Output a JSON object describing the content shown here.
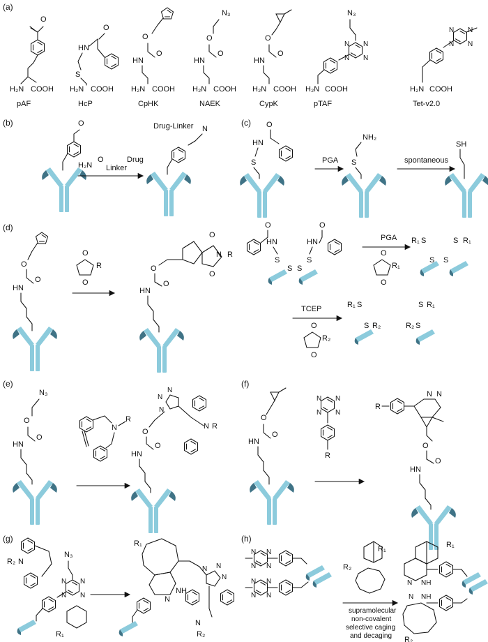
{
  "panels": {
    "a": {
      "label": "(a)",
      "compounds": [
        "pAF",
        "HcP",
        "CpHK",
        "NAEK",
        "CypK",
        "pTAF",
        "Tet-v2.0"
      ],
      "atoms": {
        "amine": "H₂N",
        "acid": "COOH",
        "azide": "N₃",
        "oxo": "O",
        "sulfur": "S",
        "nh": "HN",
        "tet_n": "N"
      }
    },
    "b": {
      "label": "(b)",
      "reagent_left": "H₂N",
      "reagent_o": "O",
      "reagent_linker": "Linker",
      "reagent_drug": "Drug",
      "product_label": "Drug-Linker",
      "product_n": "N",
      "oxo": "O"
    },
    "c": {
      "label": "(c)",
      "step1": "PGA",
      "step2": "spontaneous",
      "nh2": "NH₂",
      "sh": "SH",
      "hn": "HN",
      "s": "S",
      "o": "O"
    },
    "d": {
      "label": "(d)",
      "r": "R",
      "r1": "R₁",
      "r2": "R₂",
      "n": "N",
      "o": "O",
      "hn": "HN",
      "s": "S",
      "step_pga": "PGA",
      "step_tcep": "TCEP"
    },
    "e": {
      "label": "(e)",
      "azide": "N₃",
      "n": "N",
      "r": "R",
      "o": "O",
      "hn": "HN"
    },
    "f": {
      "label": "(f)",
      "r": "R",
      "n": "N",
      "o": "O",
      "hn": "HN"
    },
    "g": {
      "label": "(g)",
      "azide": "N₃",
      "r1": "R₁",
      "r2": "R₂",
      "n": "N",
      "nh": "NH"
    },
    "h": {
      "label": "(h)",
      "r1": "R₁",
      "r2": "R₂",
      "n": "N",
      "nh": "NH",
      "caption_lines": [
        "supramolecular",
        "non-covalent",
        "selective caging",
        "and decaging"
      ]
    }
  },
  "colors": {
    "antibody_light": "#8ccbdc",
    "antibody_dark": "#3f7386",
    "ink": "#111111"
  }
}
